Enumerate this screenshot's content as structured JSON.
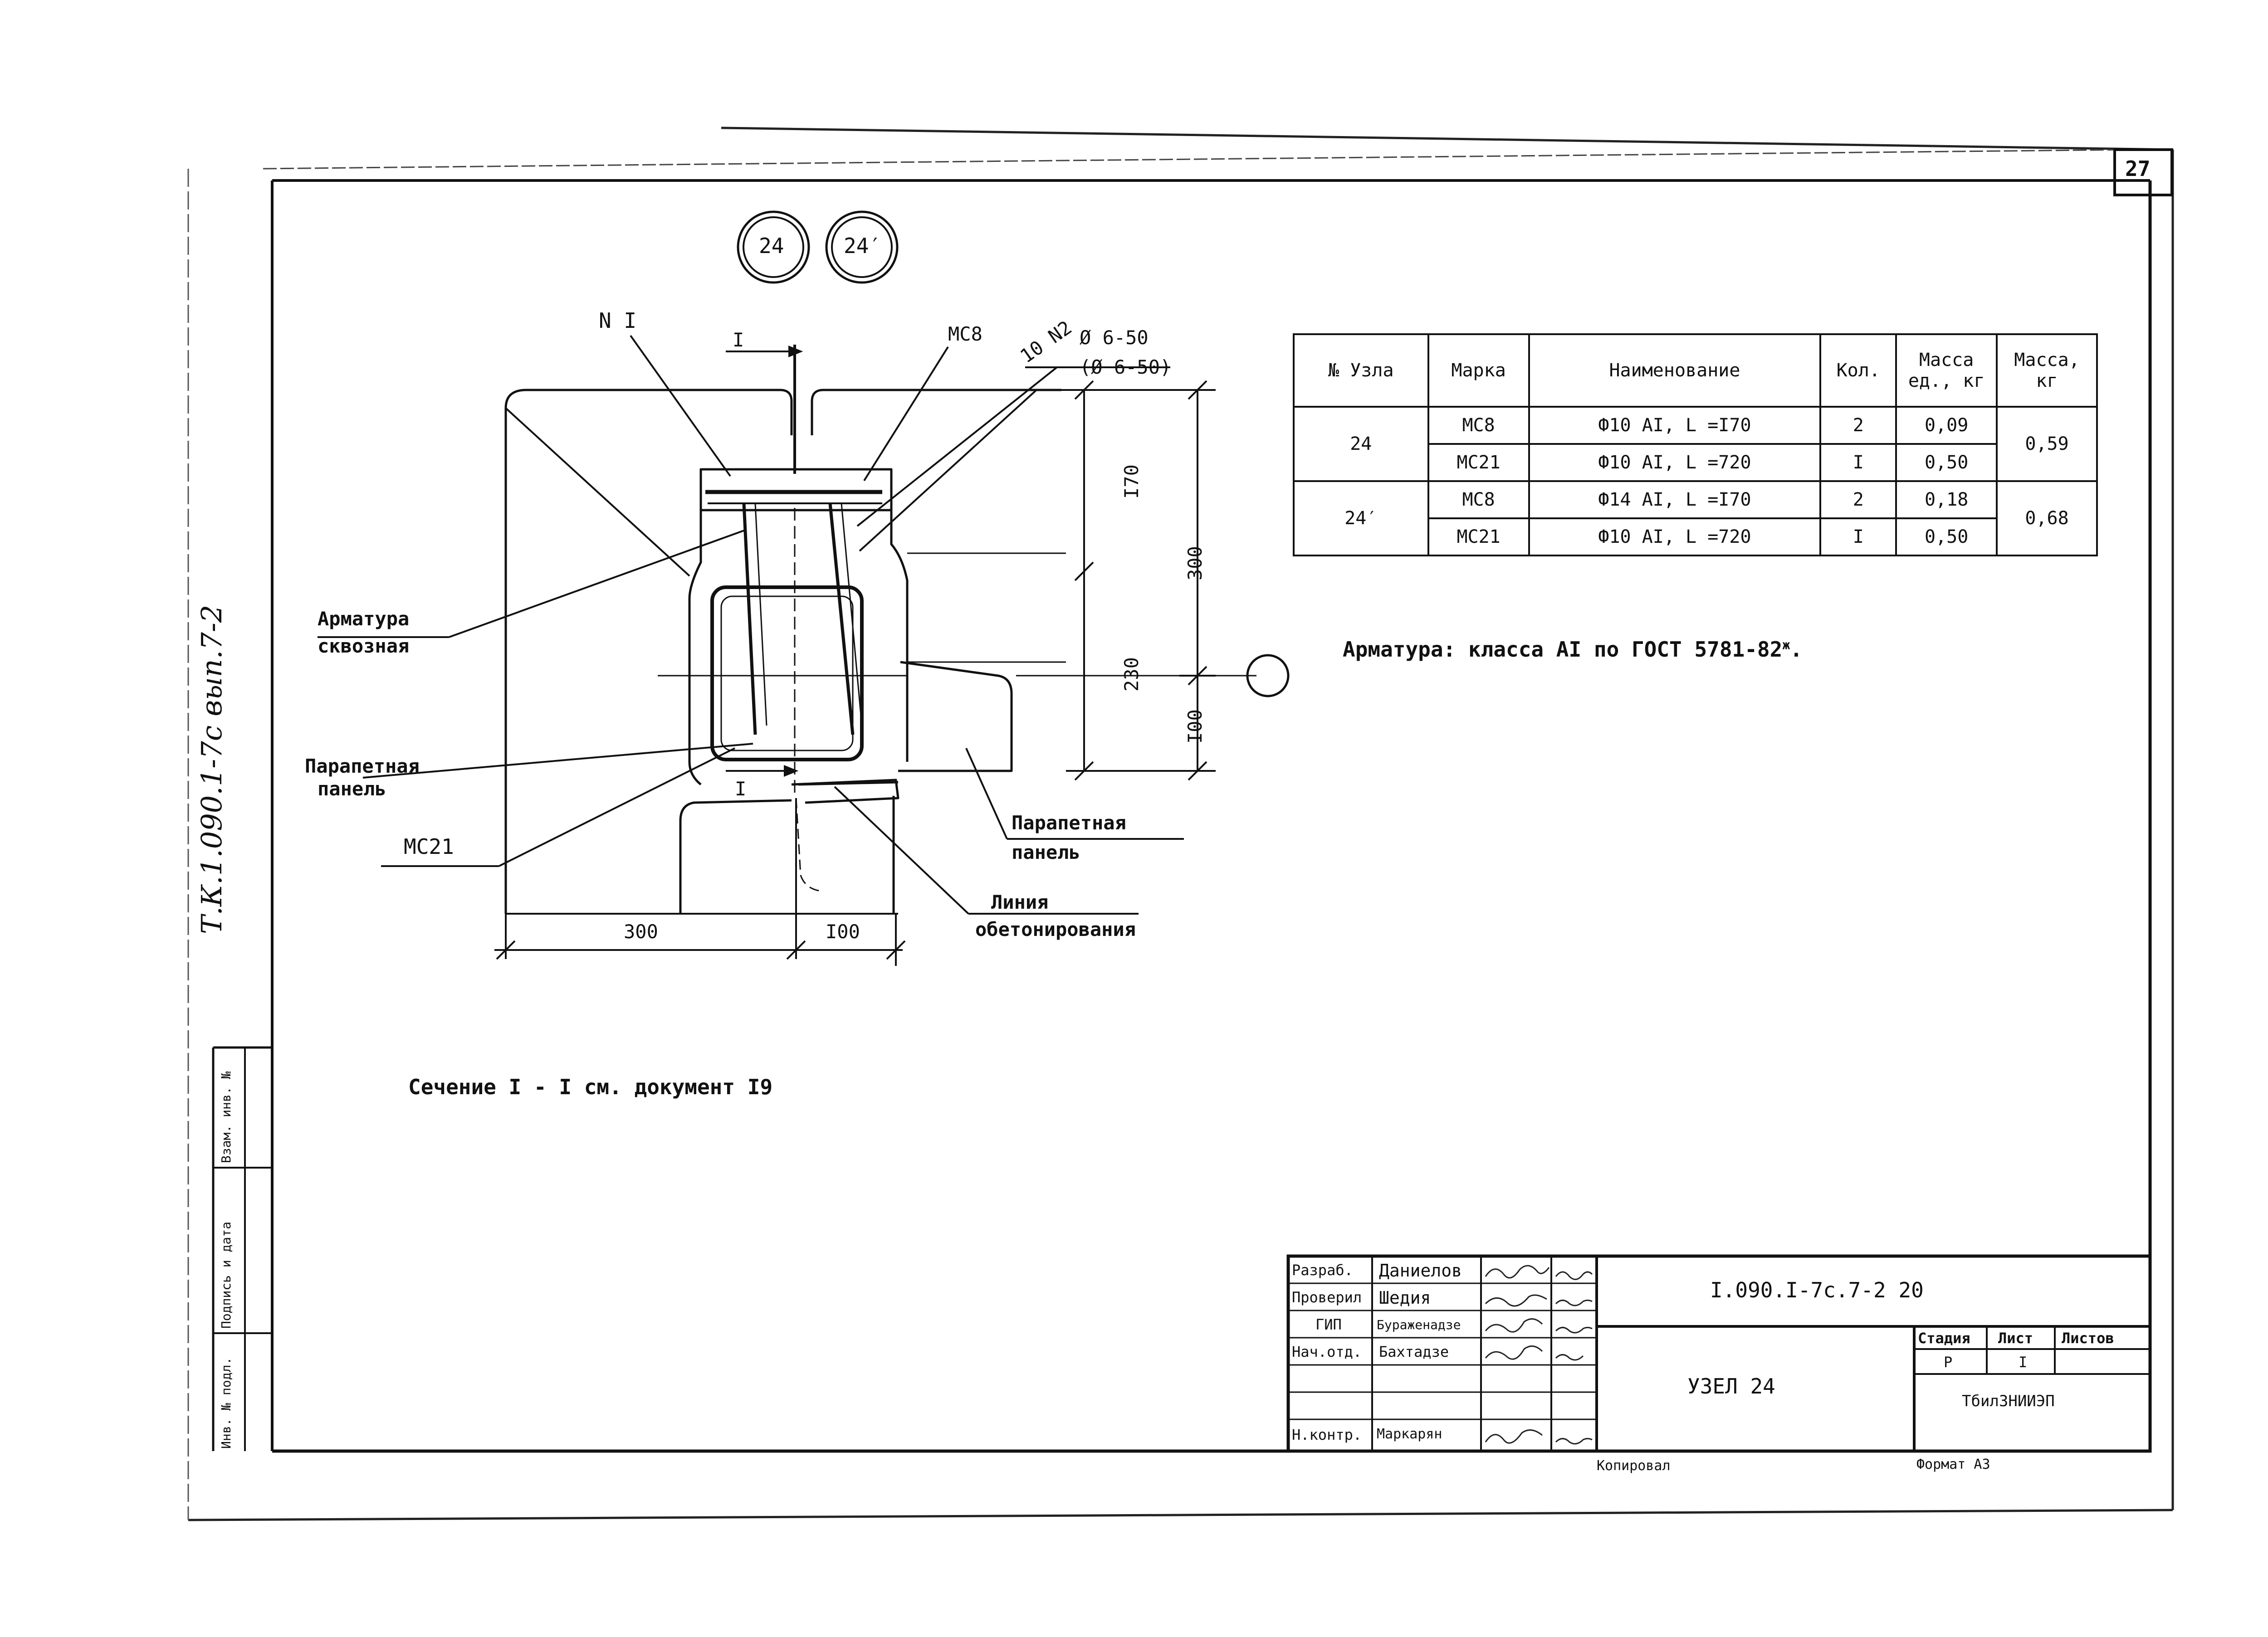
{
  "sheet": {
    "sheet_number": "27",
    "node_markers": [
      "24",
      "24′"
    ],
    "side_stamp": "Т.К.1.090.1-7с вып.7-2",
    "copy_label": "Копировал",
    "format_label": "Формат А3"
  },
  "drawing": {
    "labels": {
      "n1": "N I",
      "section_mark_top": "I",
      "section_mark_bottom": "I",
      "mc8": "МС8",
      "ten_n2": "10 N2",
      "spacing1": "Ø 6-50",
      "spacing2": "(Ø 6-50)",
      "rebar_line1": "Арматура",
      "rebar_line2": "сквозная",
      "panel_left1": "Парапетная",
      "panel_left2": "панель",
      "mc21": "МС21",
      "panel_right1": "Парапетная",
      "panel_right2": "панель",
      "conc_line1": "Линия",
      "conc_line2": "обетонирования"
    },
    "dimensions": {
      "d170": "I70",
      "d230": "230",
      "d300v": "300",
      "d100v": "I00",
      "d300h": "300",
      "d100h": "I00"
    },
    "section_note": "Сечение I - I см. документ I9",
    "steel_note_prefix": "Арматура: класса АI по ГОСТ 5781-82",
    "steel_note_sup": "ж",
    "steel_note_suffix": "."
  },
  "spec_table": {
    "headers": [
      "№ Узла",
      "Марка",
      "Наименование",
      "Кол.",
      "Масса ед., кг",
      "Масса, кг"
    ],
    "groups": [
      {
        "node": "24",
        "total": "0,59",
        "rows": [
          {
            "mark": "МС8",
            "name": "Ф10 АI, L =I70",
            "qty": "2",
            "unit_mass": "0,09"
          },
          {
            "mark": "МС21",
            "name": "Ф10 АI, L =720",
            "qty": "I",
            "unit_mass": "0,50"
          }
        ]
      },
      {
        "node": "24′",
        "total": "0,68",
        "rows": [
          {
            "mark": "МС8",
            "name": "Ф14 АI, L =I70",
            "qty": "2",
            "unit_mass": "0,18"
          },
          {
            "mark": "МС21",
            "name": "Ф10 АI, L =720",
            "qty": "I",
            "unit_mass": "0,50"
          }
        ]
      }
    ]
  },
  "title_block": {
    "roles": [
      "Разраб.",
      "Проверил",
      "ГИП",
      "Нач.отд.",
      "",
      "",
      "Н.контр."
    ],
    "names": [
      "Даниелов",
      "Шедия",
      "Бураженадзе",
      "Бахтадзе",
      "",
      "",
      "Маркарян"
    ],
    "doc_code": "I.090.I-7с.7-2 20",
    "title": "УЗЕЛ 24",
    "stage_header": "Стадия",
    "sheet_header": "Лист",
    "sheets_header": "Листов",
    "stage_value": "Р",
    "sheet_value": "I",
    "organization": "ТбилЗНИИЭП"
  },
  "side_columns": [
    "Инв. № подл.",
    "Подпись и дата",
    "Взам. инв. №"
  ]
}
